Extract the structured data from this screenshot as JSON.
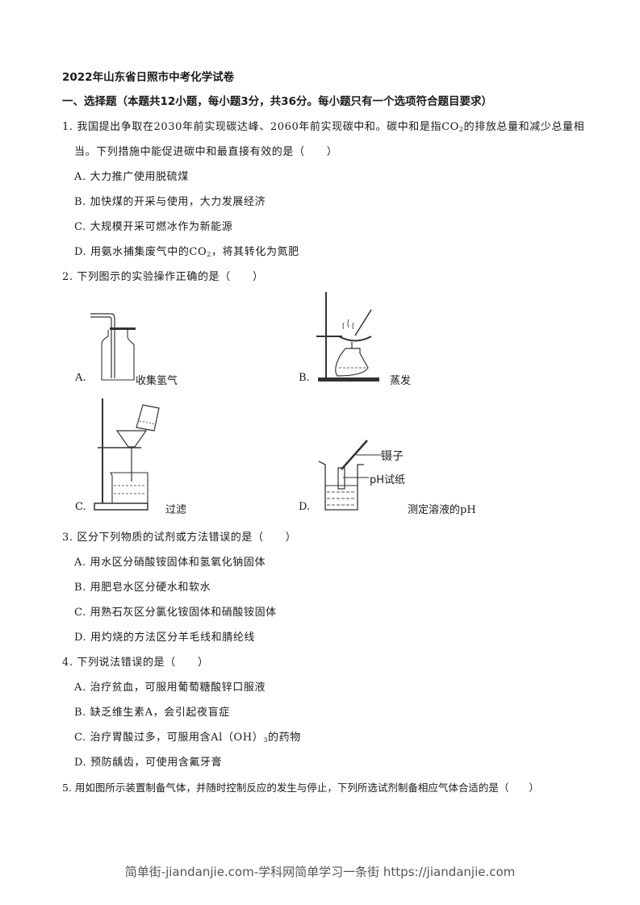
{
  "document": {
    "title": "2022年山东省日照市中考化学试卷",
    "section_heading": "一、选择题（本题共12小题，每小题3分，共36分。每小题只有一个选项符合题目要求）"
  },
  "questions": [
    {
      "number": "1.",
      "stem_line1_pre": "我国提出争取在2030年前实现碳达峰、2060年前实现碳中和。碳中和是指CO",
      "stem_line1_sub": "2",
      "stem_line1_post": "的排放总量和减少总量相",
      "stem_line2": "当。下列措施中能促进碳中和最直接有效的是（　　）",
      "options": [
        {
          "label": "A.",
          "text": "大力推广使用脱硫煤"
        },
        {
          "label": "B.",
          "text": "加快煤的开采与使用，大力发展经济"
        },
        {
          "label": "C.",
          "text": "大规模开采可燃冰作为新能源"
        },
        {
          "label": "D.",
          "text_pre": "用氨水捕集废气中的CO",
          "text_sub": "2",
          "text_post": "，将其转化为氮肥"
        }
      ]
    },
    {
      "number": "2.",
      "stem": "下列图示的实验操作正确的是（　　）",
      "figures": [
        {
          "label": "A.",
          "caption": "收集氢气",
          "icon": "gas-collection-bottle-icon"
        },
        {
          "label": "B.",
          "caption": "蒸发",
          "icon": "evaporation-apparatus-icon"
        },
        {
          "label": "C.",
          "caption": "过滤",
          "icon": "filtration-apparatus-icon"
        },
        {
          "label": "D.",
          "caption": "测定溶液的pH",
          "icon": "ph-test-beaker-icon",
          "annotations": [
            "镊子",
            "pH试纸"
          ]
        }
      ]
    },
    {
      "number": "3.",
      "stem": "区分下列物质的试剂或方法错误的是（　　）",
      "options": [
        {
          "label": "A.",
          "text": "用水区分硝酸铵固体和氢氧化钠固体"
        },
        {
          "label": "B.",
          "text": "用肥皂水区分硬水和软水"
        },
        {
          "label": "C.",
          "text": "用熟石灰区分氯化铵固体和硝酸铵固体"
        },
        {
          "label": "D.",
          "text": "用灼烧的方法区分羊毛线和腈纶线"
        }
      ]
    },
    {
      "number": "4.",
      "stem": "下列说法错误的是（　　）",
      "options": [
        {
          "label": "A.",
          "text": "治疗贫血，可服用葡萄糖酸锌口服液"
        },
        {
          "label": "B.",
          "text": "缺乏维生素A，会引起夜盲症"
        },
        {
          "label": "C.",
          "text_pre": "治疗胃酸过多，可服用含Al（OH）",
          "text_sub": "3",
          "text_post": "的药物"
        },
        {
          "label": "D.",
          "text": "预防龋齿，可使用含氟牙膏"
        }
      ]
    },
    {
      "number": "5.",
      "stem": "用如图所示装置制备气体，并随时控制反应的发生与停止，下列所选试剂制备相应气体合适的是（　　）"
    }
  ],
  "footer": {
    "watermark": "简单街-jiandanjie.com-学科网简单学习一条街 https://jiandanjie.com"
  }
}
